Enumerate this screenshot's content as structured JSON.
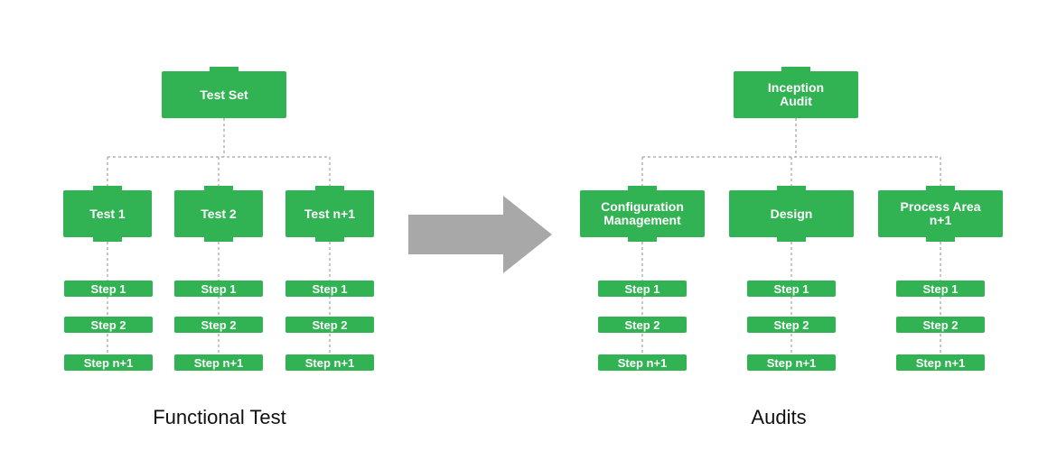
{
  "colors": {
    "node": "#31b353",
    "node_text": "#ffffff",
    "connector": "#8f8f8f",
    "arrow": "#a8a8a8",
    "caption": "#111111"
  },
  "functional_test": {
    "caption": "Functional Test",
    "root": "Test Set",
    "tests": [
      {
        "label": "Test 1",
        "steps": [
          "Step 1",
          "Step 2",
          "Step n+1"
        ]
      },
      {
        "label": "Test 2",
        "steps": [
          "Step 1",
          "Step 2",
          "Step n+1"
        ]
      },
      {
        "label": "Test n+1",
        "steps": [
          "Step 1",
          "Step 2",
          "Step n+1"
        ]
      }
    ]
  },
  "audits": {
    "caption": "Audits",
    "root": "Inception\nAudit",
    "areas": [
      {
        "label": "Configuration\nManagement",
        "steps": [
          "Step 1",
          "Step 2",
          "Step n+1"
        ]
      },
      {
        "label": "Design",
        "steps": [
          "Step 1",
          "Step 2",
          "Step n+1"
        ]
      },
      {
        "label": "Process Area\nn+1",
        "steps": [
          "Step 1",
          "Step 2",
          "Step n+1"
        ]
      }
    ]
  },
  "arrow_icon": "right-arrow-icon"
}
